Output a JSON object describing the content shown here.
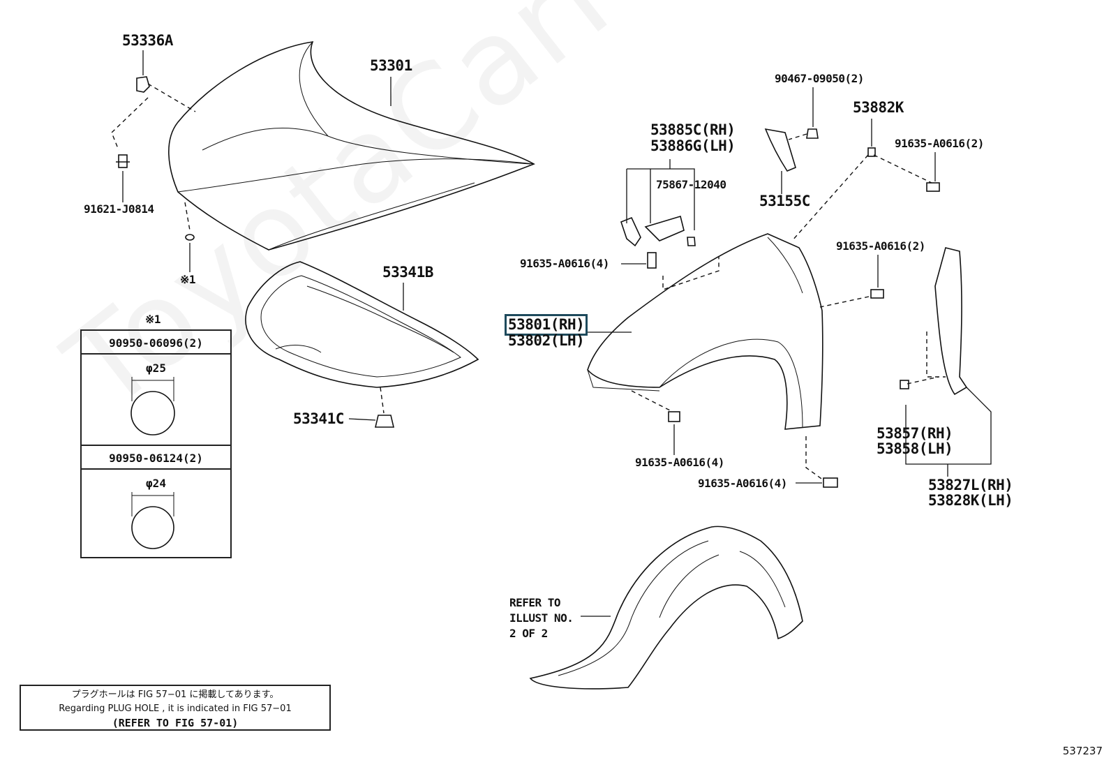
{
  "watermark": "ToyotaCarMine.ru",
  "labels": {
    "p53336A": "53336A",
    "p53301": "53301",
    "p91621": "91621-J0814",
    "note1": "※1",
    "p53341B": "53341B",
    "p53341C": "53341C",
    "p90467": "90467-09050(2)",
    "p53882K": "53882K",
    "p91635_top": "91635-A0616(2)",
    "p53885C": "53885C(RH)",
    "p53886G": "53886G(LH)",
    "p75867": "75867-12040",
    "p53155C": "53155C",
    "p91635_left": "91635-A0616(4)",
    "p91635_mid": "91635-A0616(2)",
    "p53801": "53801(RH)",
    "p53802": "53802(LH)",
    "p91635_low": "91635-A0616(4)",
    "p91635_bot": "91635-A0616(4)",
    "p53857": "53857(RH)",
    "p53858": "53858(LH)",
    "p53827L": "53827L(RH)",
    "p53828K": "53828K(LH)"
  },
  "plug_table": {
    "title": "※1",
    "rows": [
      {
        "part": "90950-06096(2)",
        "diameter": "φ25"
      },
      {
        "part": "90950-06124(2)",
        "diameter": "φ24"
      }
    ]
  },
  "refer": [
    "REFER TO",
    "ILLUST NO.",
    "2 OF 2"
  ],
  "note": {
    "jp": "プラグホールは FIG 57−01 に掲載してあります。",
    "en": "Regarding  PLUG  HOLE , it is indicated in  FIG  57−01",
    "ref": "(REFER TO FIG 57-01)"
  },
  "figure_number": "537237"
}
